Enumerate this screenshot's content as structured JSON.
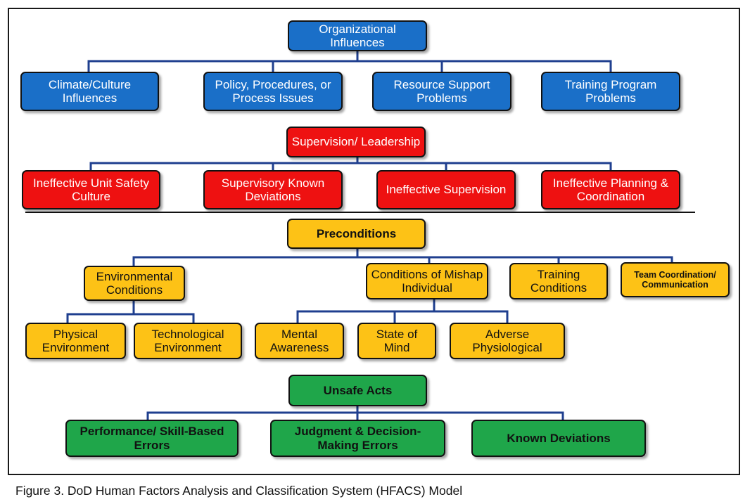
{
  "tiers": {
    "organizational": {
      "head": "Organizational Influences",
      "children": [
        "Climate/Culture Influences",
        "Policy, Procedures, or Process Issues",
        "Resource Support Problems",
        "Training Program Problems"
      ]
    },
    "supervision": {
      "head": "Supervision/ Leadership",
      "children": [
        "Ineffective Unit Safety Culture",
        "Supervisory Known Deviations",
        "Ineffective Supervision",
        "Ineffective Planning & Coordination"
      ]
    },
    "preconditions": {
      "head": "Preconditions",
      "children": [
        "Environmental Conditions",
        "Conditions of Mishap Individual",
        "Training Conditions",
        "Team Coordination/ Communication"
      ],
      "environmental_children": [
        "Physical Environment",
        "Technological Environment"
      ],
      "individual_children": [
        "Mental Awareness",
        "State of Mind",
        "Adverse Physiological"
      ]
    },
    "unsafe_acts": {
      "head": "Unsafe Acts",
      "children": [
        "Performance/ Skill-Based Errors",
        "Judgment & Decision-Making Errors",
        "Known Deviations"
      ]
    }
  },
  "colors": {
    "organizational": "#1a6fc8",
    "supervision": "#ee1111",
    "preconditions": "#fdc216",
    "unsafe_acts": "#1fa64a",
    "connector": "#1f3f8f"
  },
  "caption": "Figure 3.  DoD Human Factors Analysis and Classification System (HFACS) Model"
}
